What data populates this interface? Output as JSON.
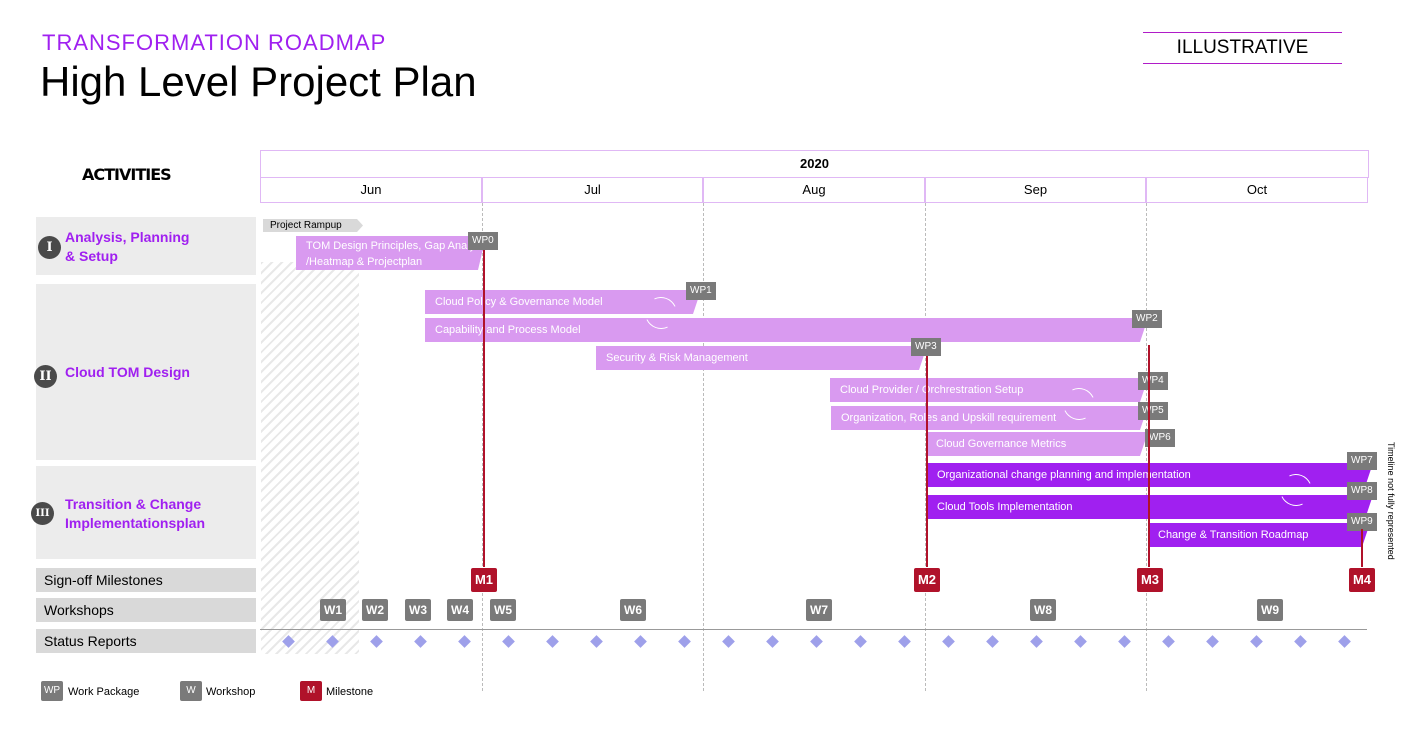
{
  "header": {
    "subtitle": "TRANSFORMATION ROADMAP",
    "title": "High Level Project Plan",
    "badge": "ILLUSTRATIVE"
  },
  "activities_label": "ACTIVITIES",
  "timeline": {
    "year": "2020",
    "months": [
      "Jun",
      "Jul",
      "Aug",
      "Sep",
      "Oct"
    ],
    "note": "Timeline not fully represented"
  },
  "phases": [
    {
      "icon": "I",
      "label_line1": "Analysis, Planning",
      "label_line2": "& Setup"
    },
    {
      "icon": "II",
      "label_line1": "Cloud TOM Design",
      "label_line2": ""
    },
    {
      "icon": "III",
      "label_line1": "Transition & Change",
      "label_line2": "Implementationsplan"
    }
  ],
  "rampup": "Project Rampup",
  "work_packages": [
    {
      "id": "WP0",
      "line1": "TOM Design Principles, Gap Analysis",
      "line2": "/Heatmap & Projectplan"
    },
    {
      "id": "WP1",
      "label": "Cloud Policy & Governance Model"
    },
    {
      "id": "WP2",
      "label": "Capability and Process Model"
    },
    {
      "id": "WP3",
      "label": "Security & Risk Management"
    },
    {
      "id": "WP4",
      "label": "Cloud Provider /  Orchrestration Setup"
    },
    {
      "id": "WP5",
      "label": "Organization, Roles and Upskill requirement"
    },
    {
      "id": "WP6",
      "label": "Cloud Governance Metrics"
    },
    {
      "id": "WP7",
      "label": "Organizational change planning and implementation"
    },
    {
      "id": "WP8",
      "label": "Cloud Tools Implementation"
    },
    {
      "id": "WP9",
      "label": "Change & Transition Roadmap"
    }
  ],
  "rows": {
    "milestones": "Sign-off Milestones",
    "workshops": "Workshops",
    "status": "Status Reports"
  },
  "milestones": [
    "M1",
    "M2",
    "M3",
    "M4"
  ],
  "workshops": [
    "W1",
    "W2",
    "W3",
    "W4",
    "W5",
    "W6",
    "W7",
    "W8",
    "W9"
  ],
  "legend": [
    {
      "symbol": "WP",
      "label": "Work Package",
      "color": "#7a7a7a"
    },
    {
      "symbol": "W",
      "label": "Workshop",
      "color": "#7a7a7a"
    },
    {
      "symbol": "M",
      "label": "Milestone",
      "color": "#b0122a"
    }
  ],
  "colors": {
    "accent": "#a020f0",
    "light_bar": "#d99af0",
    "milestone": "#b0122a",
    "grey_box": "#7a7a7a",
    "status_diamond": "#9ea0ea"
  }
}
